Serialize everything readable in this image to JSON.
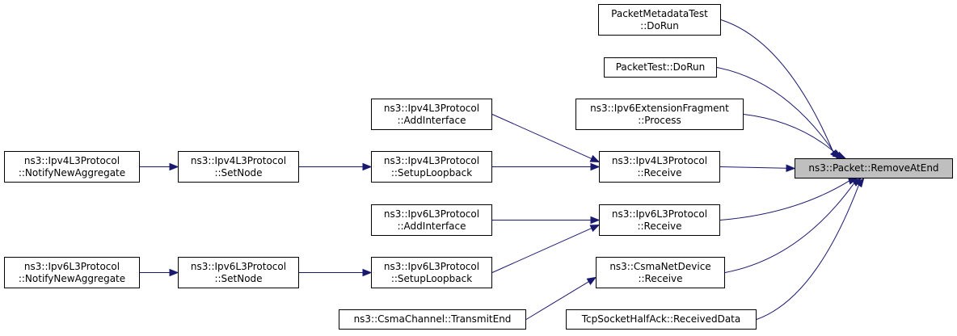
{
  "colors": {
    "edge": "#191970",
    "root_fill": "#bfbfbf",
    "node_fill": "#ffffff",
    "border": "#000000"
  },
  "nodes": {
    "root": {
      "lines": [
        "ns3::Packet::RemoveAtEnd"
      ]
    },
    "packet_metadata_test": {
      "lines": [
        "PacketMetadataTest",
        "::DoRun"
      ]
    },
    "packet_test": {
      "lines": [
        "PacketTest::DoRun"
      ]
    },
    "ipv6_ext_fragment": {
      "lines": [
        "ns3::Ipv6ExtensionFragment",
        "::Process"
      ]
    },
    "ipv4_receive": {
      "lines": [
        "ns3::Ipv4L3Protocol",
        "::Receive"
      ]
    },
    "ipv6_receive": {
      "lines": [
        "ns3::Ipv6L3Protocol",
        "::Receive"
      ]
    },
    "csma_receive": {
      "lines": [
        "ns3::CsmaNetDevice",
        "::Receive"
      ]
    },
    "tcp_half_ack": {
      "lines": [
        "TcpSocketHalfAck::ReceivedData"
      ]
    },
    "ipv4_add_interface": {
      "lines": [
        "ns3::Ipv4L3Protocol",
        "::AddInterface"
      ]
    },
    "ipv4_setup_loopback": {
      "lines": [
        "ns3::Ipv4L3Protocol",
        "::SetupLoopback"
      ]
    },
    "ipv6_add_interface": {
      "lines": [
        "ns3::Ipv6L3Protocol",
        "::AddInterface"
      ]
    },
    "ipv6_setup_loopback": {
      "lines": [
        "ns3::Ipv6L3Protocol",
        "::SetupLoopback"
      ]
    },
    "csma_transmit_end": {
      "lines": [
        "ns3::CsmaChannel::TransmitEnd"
      ]
    },
    "ipv4_set_node": {
      "lines": [
        "ns3::Ipv4L3Protocol",
        "::SetNode"
      ]
    },
    "ipv6_set_node": {
      "lines": [
        "ns3::Ipv6L3Protocol",
        "::SetNode"
      ]
    },
    "ipv4_notify_aggregate": {
      "lines": [
        "ns3::Ipv4L3Protocol",
        "::NotifyNewAggregate"
      ]
    },
    "ipv6_notify_aggregate": {
      "lines": [
        "ns3::Ipv6L3Protocol",
        "::NotifyNewAggregate"
      ]
    }
  },
  "edges": [
    {
      "from": "packet_metadata_test",
      "to": "root"
    },
    {
      "from": "packet_test",
      "to": "root"
    },
    {
      "from": "ipv6_ext_fragment",
      "to": "root"
    },
    {
      "from": "ipv4_receive",
      "to": "root"
    },
    {
      "from": "ipv6_receive",
      "to": "root"
    },
    {
      "from": "csma_receive",
      "to": "root"
    },
    {
      "from": "tcp_half_ack",
      "to": "root"
    },
    {
      "from": "ipv4_add_interface",
      "to": "ipv4_receive"
    },
    {
      "from": "ipv4_setup_loopback",
      "to": "ipv4_receive"
    },
    {
      "from": "ipv6_add_interface",
      "to": "ipv6_receive"
    },
    {
      "from": "ipv6_setup_loopback",
      "to": "ipv6_receive"
    },
    {
      "from": "csma_transmit_end",
      "to": "csma_receive"
    },
    {
      "from": "ipv4_set_node",
      "to": "ipv4_setup_loopback"
    },
    {
      "from": "ipv6_set_node",
      "to": "ipv6_setup_loopback"
    },
    {
      "from": "ipv4_notify_aggregate",
      "to": "ipv4_set_node"
    },
    {
      "from": "ipv6_notify_aggregate",
      "to": "ipv6_set_node"
    }
  ]
}
